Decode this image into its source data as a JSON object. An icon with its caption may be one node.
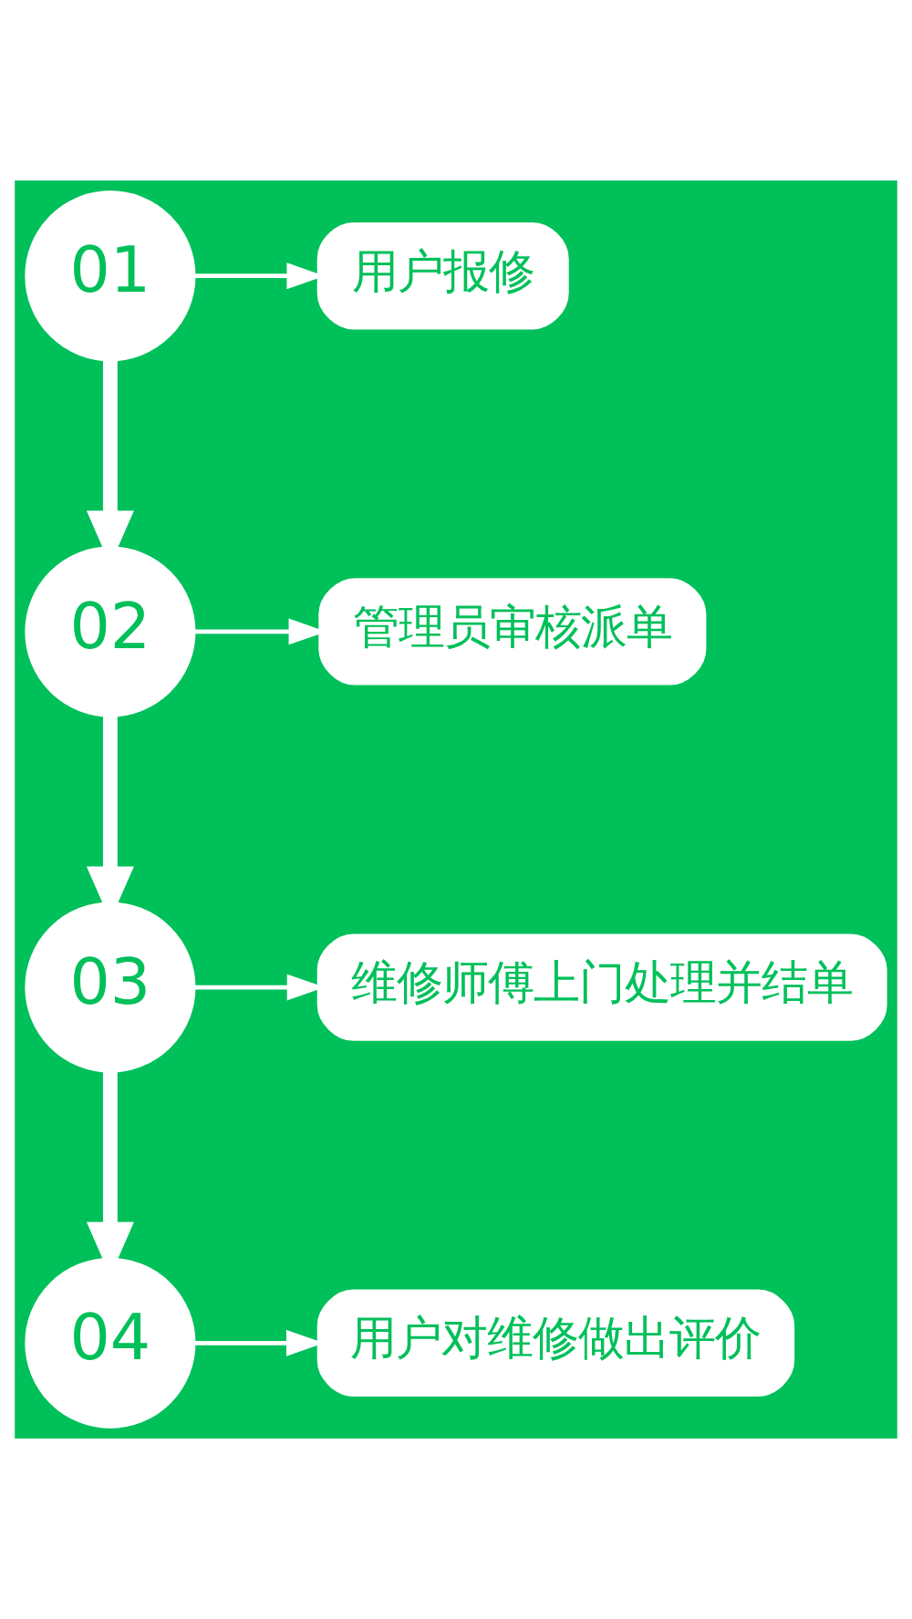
{
  "diagram": {
    "nodes": [
      {
        "text": [
          "用户报修"
        ]
      },
      {
        "text": [
          "01"
        ]
      },
      {
        "text": [
          "02"
        ]
      },
      {
        "text": [
          "管理员审核派单"
        ]
      },
      {
        "text": [
          "维修师傅上门处理并结单"
        ]
      },
      {
        "text": [
          "03"
        ]
      },
      {
        "text": [
          "04"
        ]
      },
      {
        "text": [
          "用户对维修做出评价"
        ]
      }
    ],
    "edges": [
      {
        "from": 1,
        "to": 0,
        "arrow": "to"
      },
      {
        "from": 1,
        "to": 2,
        "arrow": "to",
        "style": "thick"
      },
      {
        "from": 2,
        "to": 3,
        "arrow": "to"
      },
      {
        "from": 2,
        "to": 5,
        "arrow": "to",
        "style": "thick"
      },
      {
        "from": 5,
        "to": 4,
        "arrow": "to"
      },
      {
        "from": 5,
        "to": 6,
        "arrow": "to",
        "style": "thick"
      },
      {
        "from": 6,
        "to": 7,
        "arrow": "to"
      }
    ]
  }
}
